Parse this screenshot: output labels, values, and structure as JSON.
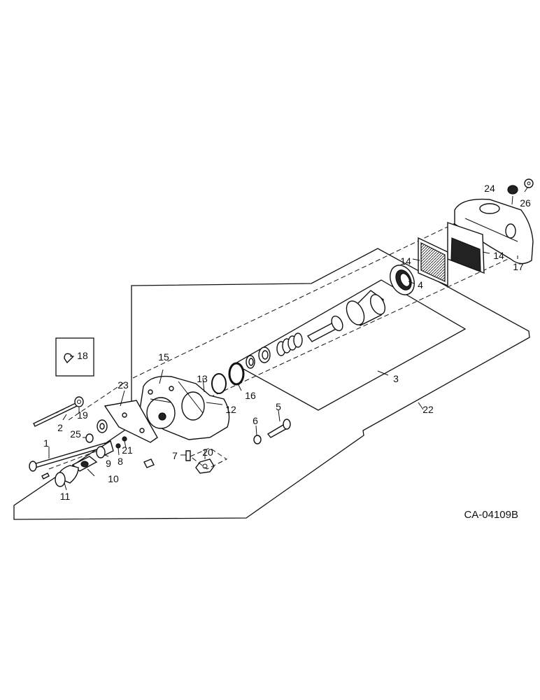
{
  "drawing_code": "CA-04109B",
  "callouts": {
    "c1": "1",
    "c2": "2",
    "c3": "3",
    "c4": "4",
    "c5": "5",
    "c6": "6",
    "c7": "7",
    "c8": "8",
    "c9": "9",
    "c10": "10",
    "c11": "11",
    "c12": "12",
    "c13": "13",
    "c14a": "14",
    "c14b": "14",
    "c15": "15",
    "c16": "16",
    "c17": "17",
    "c18": "18",
    "c19": "19",
    "c20": "20",
    "c21": "21",
    "c22": "22",
    "c23": "23",
    "c24": "24",
    "c25": "25",
    "c26": "26"
  }
}
